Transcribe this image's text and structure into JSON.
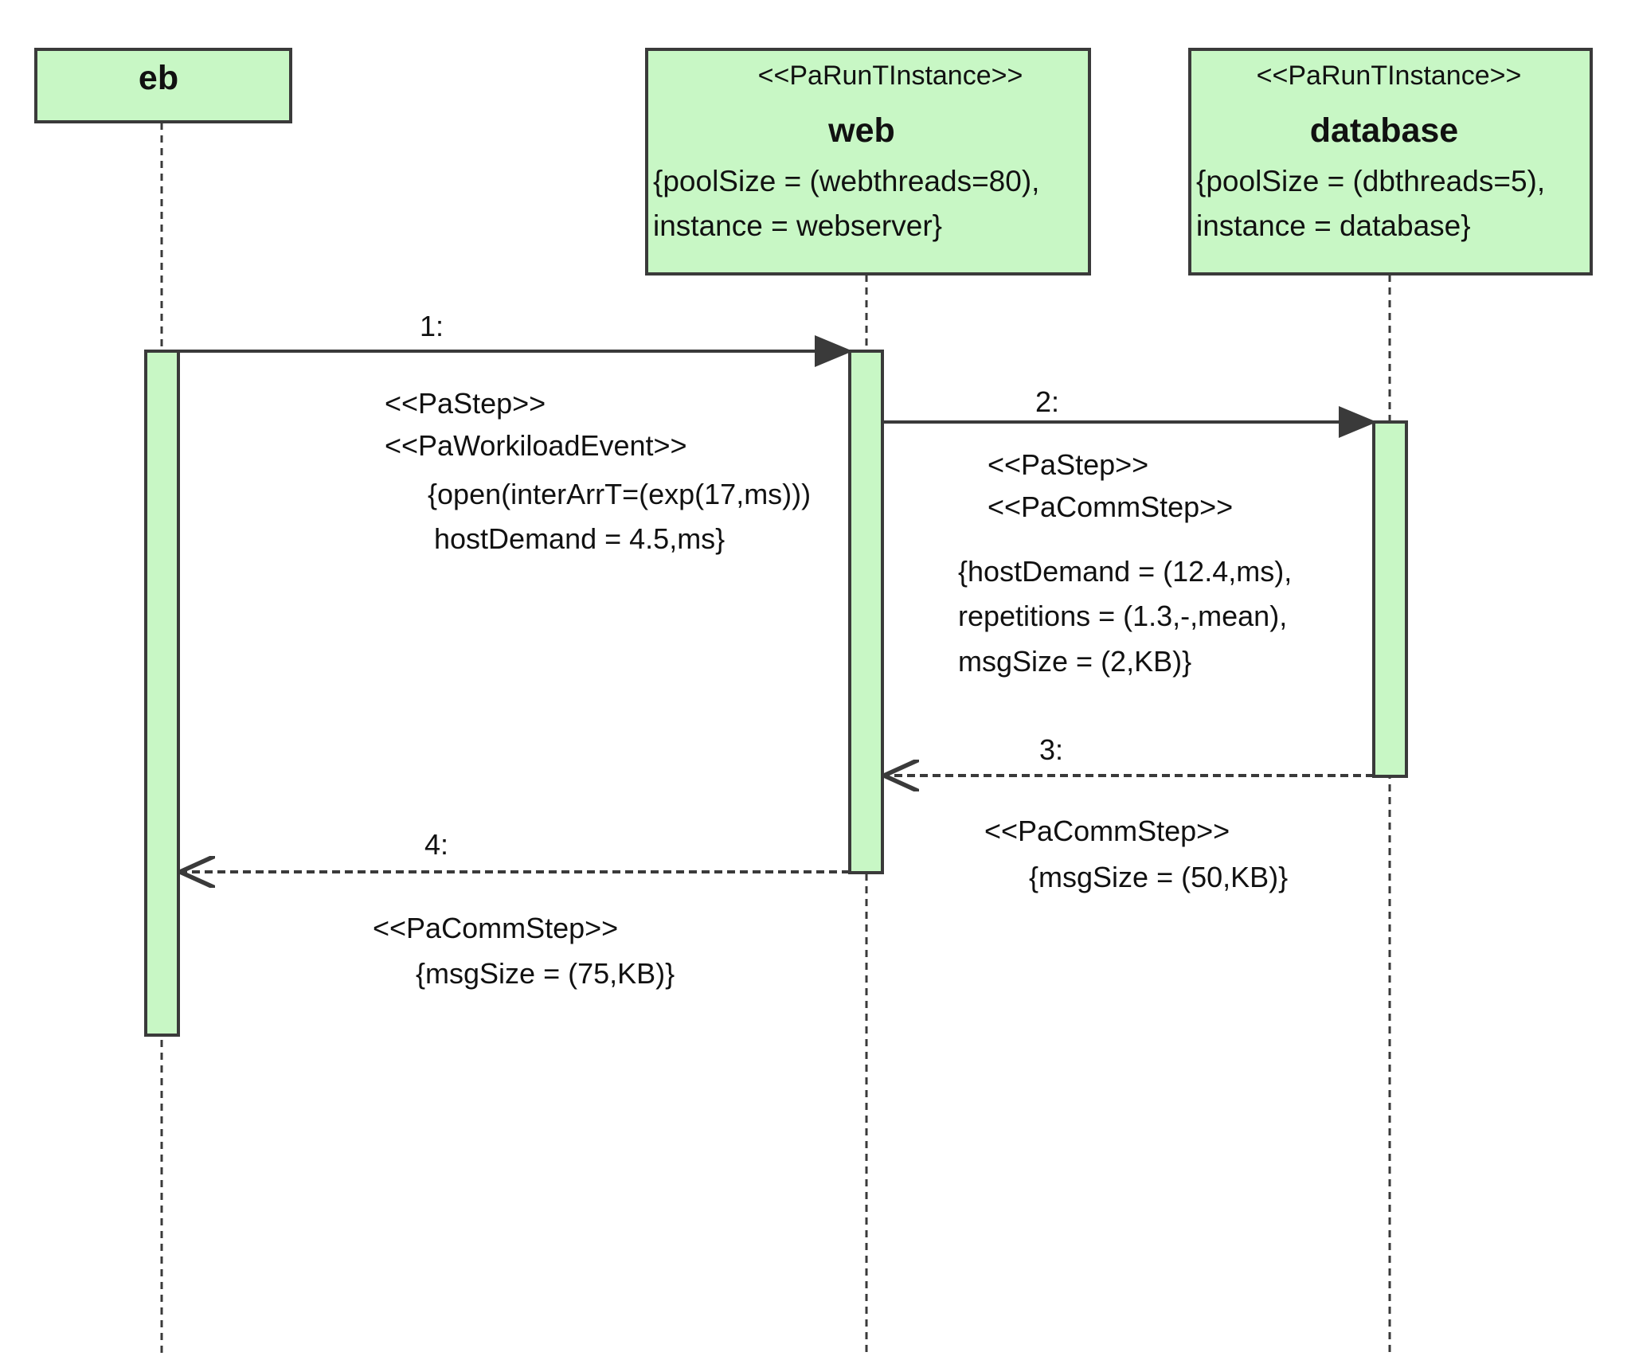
{
  "diagram": {
    "lifelines": [
      {
        "id": "eb",
        "stereotype": "",
        "name": "eb",
        "attributes": []
      },
      {
        "id": "web",
        "stereotype": "<<PaRunTInstance>>",
        "name": "web",
        "attributes": [
          "{poolSize = (webthreads=80),",
          "instance = webserver}"
        ]
      },
      {
        "id": "database",
        "stereotype": "<<PaRunTInstance>>",
        "name": "database",
        "attributes": [
          "{poolSize = (dbthreads=5),",
          "instance = database}"
        ]
      }
    ],
    "messages": [
      {
        "id": "m1",
        "label": "1:",
        "from": "eb",
        "to": "web",
        "kind": "sync",
        "annotation": [
          "<<PaStep>>",
          "<<PaWorkiloadEvent>>",
          "{open(interArrT=(exp(17,ms)))",
          "hostDemand = 4.5,ms}"
        ]
      },
      {
        "id": "m2",
        "label": "2:",
        "from": "web",
        "to": "database",
        "kind": "sync",
        "annotation": [
          "<<PaStep>>",
          "<<PaCommStep>>",
          "{hostDemand = (12.4,ms),",
          "repetitions = (1.3,-,mean),",
          "msgSize = (2,KB)}"
        ]
      },
      {
        "id": "m3",
        "label": "3:",
        "from": "database",
        "to": "web",
        "kind": "reply",
        "annotation": [
          "<<PaCommStep>>",
          "{msgSize = (50,KB)}"
        ]
      },
      {
        "id": "m4",
        "label": "4:",
        "from": "web",
        "to": "eb",
        "kind": "reply",
        "annotation": [
          "<<PaCommStep>>",
          "{msgSize = (75,KB)}"
        ]
      }
    ],
    "colors": {
      "fill": "#c8f7c5",
      "stroke": "#3a3a3a",
      "text": "#111111",
      "background": "#ffffff"
    }
  }
}
